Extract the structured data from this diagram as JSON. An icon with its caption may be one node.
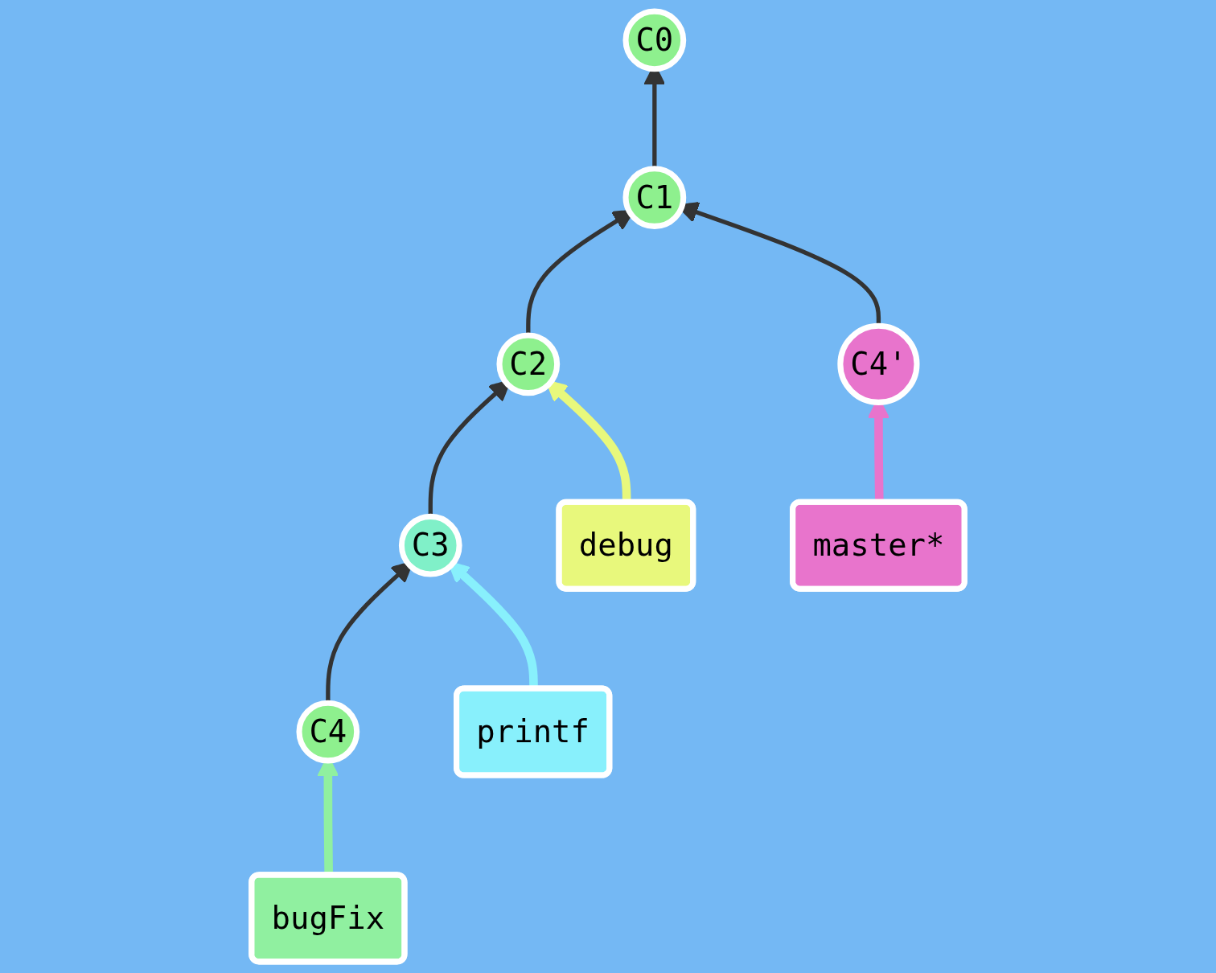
{
  "diagram": {
    "nodes": [
      {
        "text": [
          "C0"
        ]
      },
      {
        "text": [
          "C1"
        ]
      },
      {
        "text": [
          "debug"
        ]
      },
      {
        "text": [
          "C2"
        ]
      },
      {
        "text": [
          "C4'"
        ]
      },
      {
        "text": [
          "master*"
        ]
      },
      {
        "text": [
          "printf"
        ]
      },
      {
        "text": [
          "C3"
        ]
      },
      {
        "text": [
          "bugFix"
        ]
      },
      {
        "text": [
          "C4"
        ]
      }
    ],
    "edges": [
      {
        "from": 1,
        "to": 0,
        "arrow": "to"
      },
      {
        "from": 3,
        "to": 1,
        "arrow": "to"
      },
      {
        "from": 4,
        "to": 1,
        "arrow": "to"
      },
      {
        "from": 7,
        "to": 3,
        "arrow": "to"
      },
      {
        "from": 9,
        "to": 7,
        "arrow": "to"
      },
      {
        "from": 2,
        "to": 3,
        "arrow": "to",
        "style": "thick",
        "color": "#e8f87c"
      },
      {
        "from": 6,
        "to": 7,
        "arrow": "to",
        "style": "thick",
        "color": "#88f0fc"
      },
      {
        "from": 8,
        "to": 9,
        "arrow": "to",
        "style": "thick",
        "color": "#90f0a0"
      },
      {
        "from": 5,
        "to": 4,
        "arrow": "to",
        "style": "thick",
        "color": "#e874cc"
      }
    ]
  }
}
